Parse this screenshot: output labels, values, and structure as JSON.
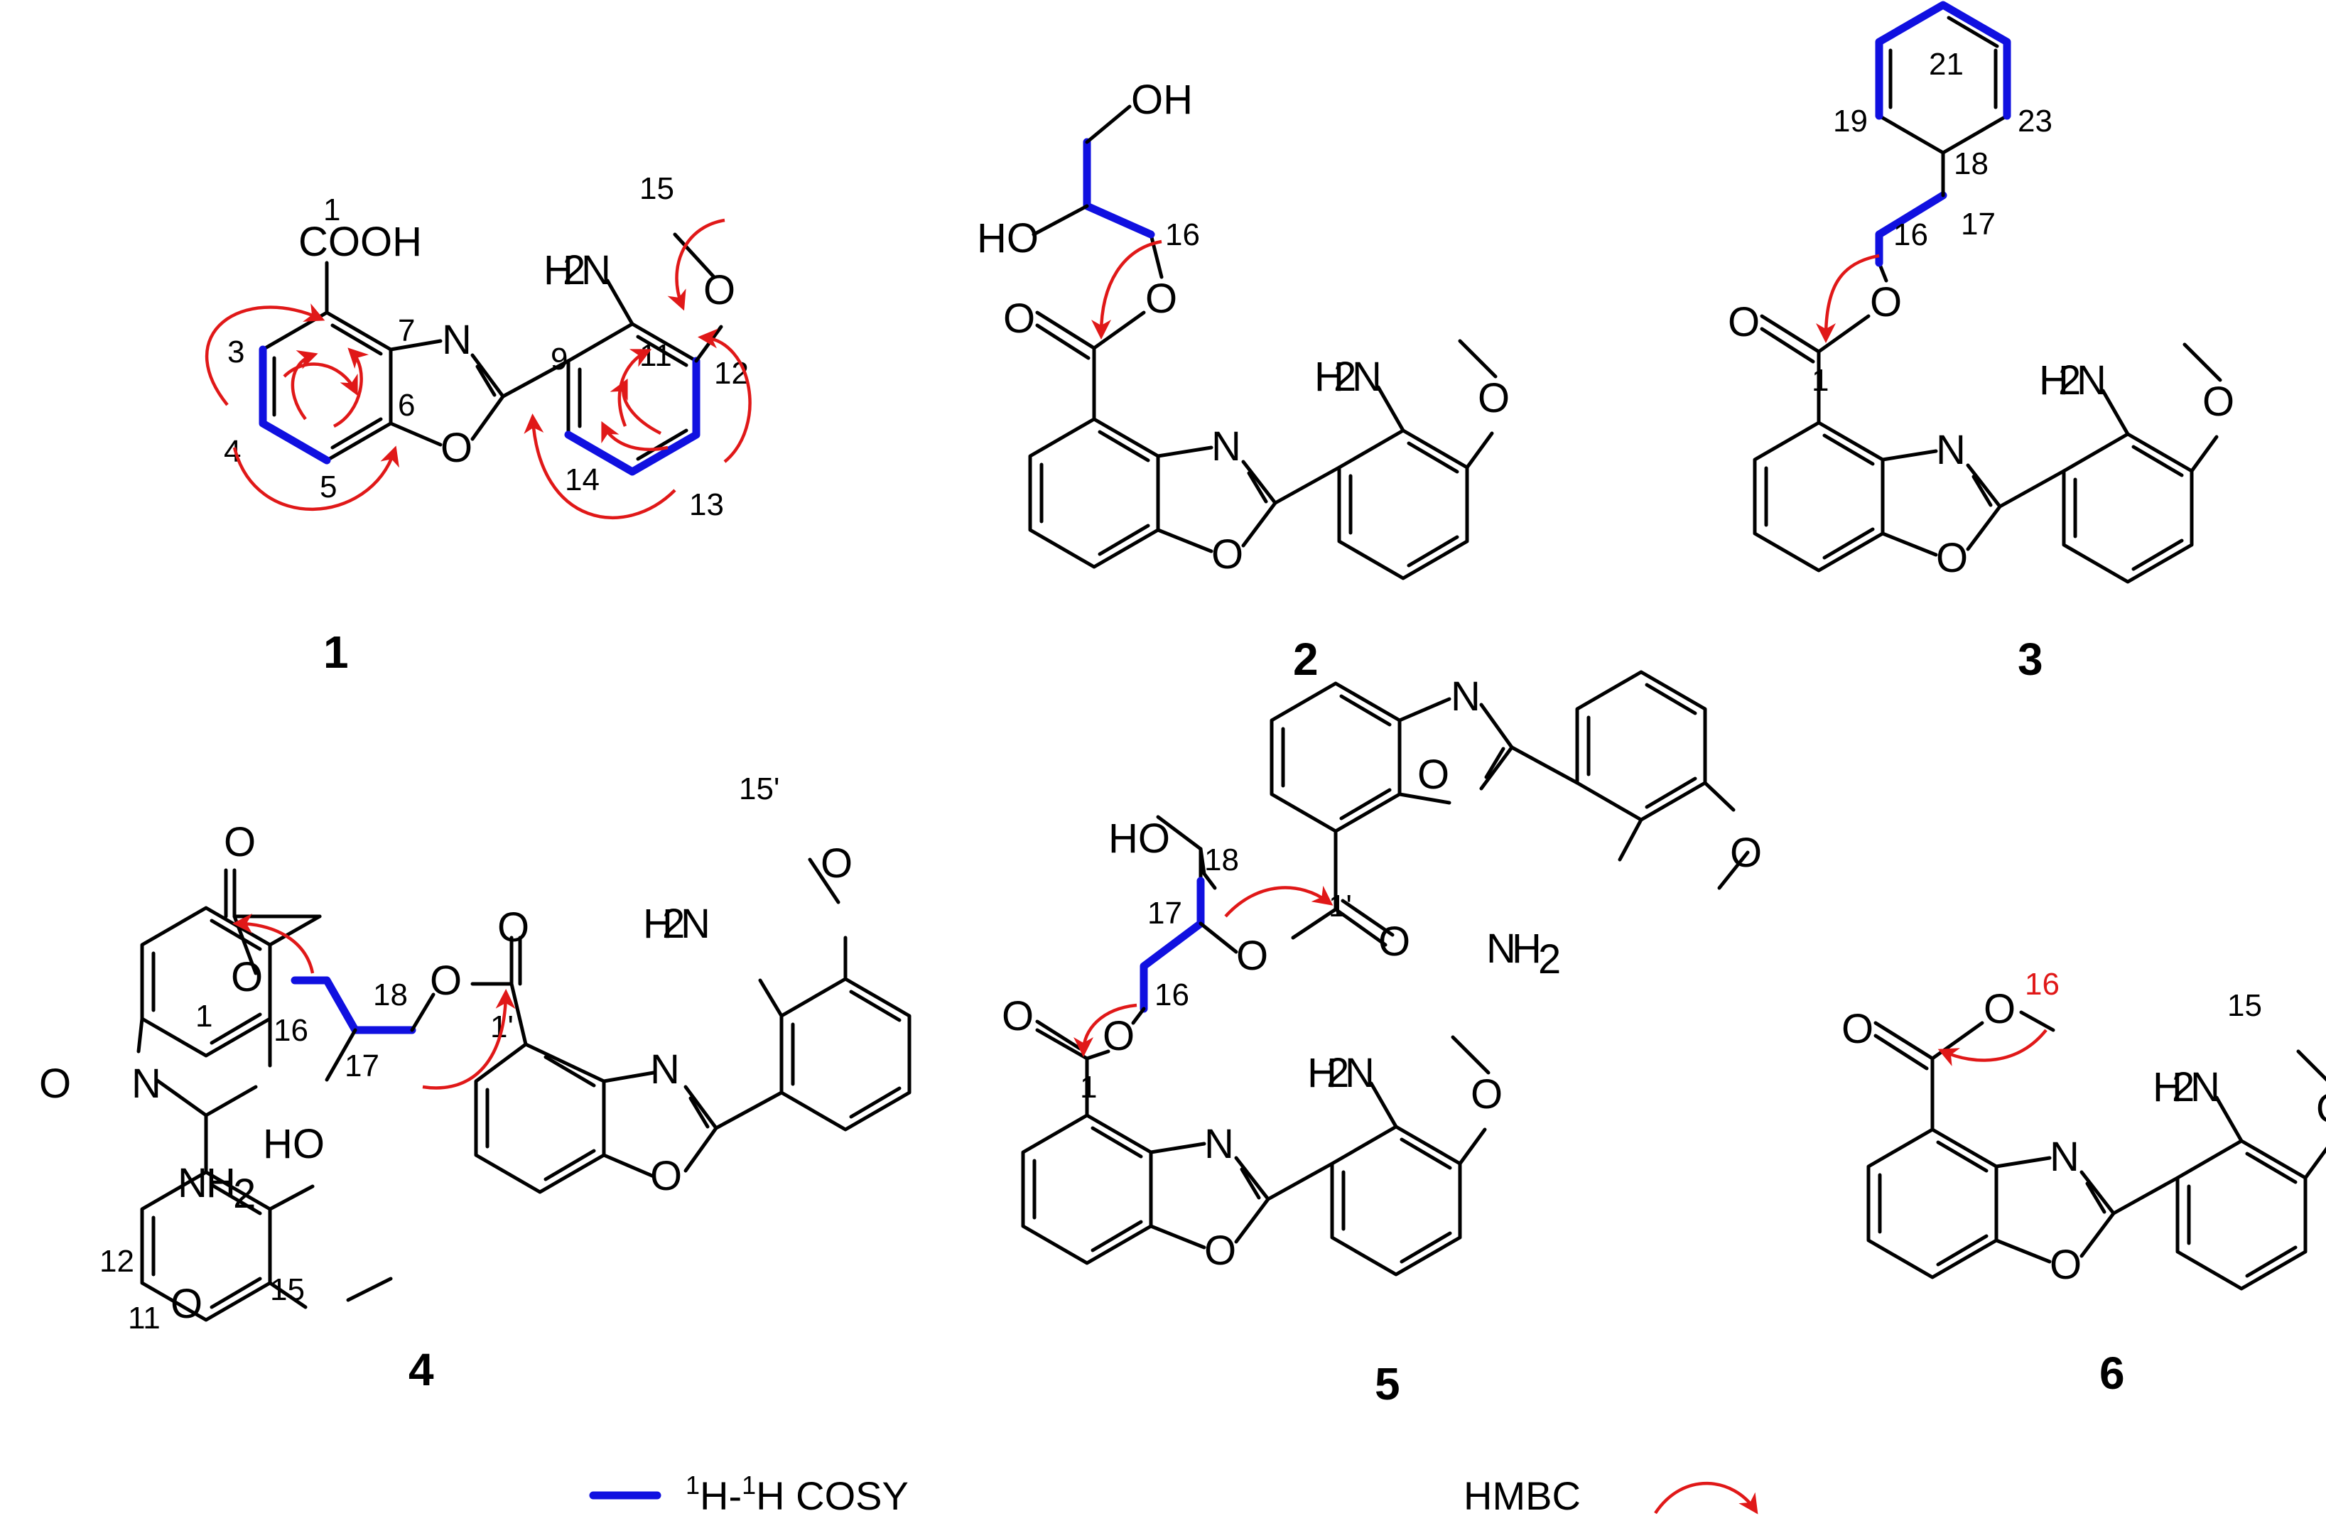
{
  "colors": {
    "cosy": "#1010e0",
    "hmbc": "#e01818",
    "bond": "#000000"
  },
  "atoms": {
    "cooh": "COOH",
    "n": "N",
    "o": "O",
    "nh2_left": "H",
    "nh2_left_sub": "2",
    "nh2_left_n": "N",
    "nh2_right_n": "N",
    "nh2_right_h": "H",
    "nh2_right_sub": "2",
    "oh": "OH",
    "ho": "HO"
  },
  "compounds": {
    "c1": {
      "label": "1",
      "numbers": [
        "1",
        "3",
        "4",
        "5",
        "6",
        "7",
        "9",
        "11",
        "12",
        "13",
        "14",
        "15"
      ]
    },
    "c2": {
      "label": "2",
      "numbers": [
        "16"
      ]
    },
    "c3": {
      "label": "3",
      "numbers": [
        "1",
        "16",
        "17",
        "18",
        "19",
        "21",
        "23"
      ]
    },
    "c4": {
      "label": "4",
      "numbers": [
        "1",
        "1'",
        "11",
        "12",
        "15",
        "15'",
        "16",
        "17",
        "18"
      ]
    },
    "c5": {
      "label": "5",
      "numbers": [
        "1",
        "1'",
        "16",
        "17",
        "18"
      ]
    },
    "c6": {
      "label": "6",
      "numbers": [
        "15",
        "16"
      ]
    }
  },
  "legend": {
    "cosy_sup1": "1",
    "cosy_h1": "H-",
    "cosy_sup2": "1",
    "cosy_h2": "H COSY",
    "hmbc": "HMBC"
  }
}
